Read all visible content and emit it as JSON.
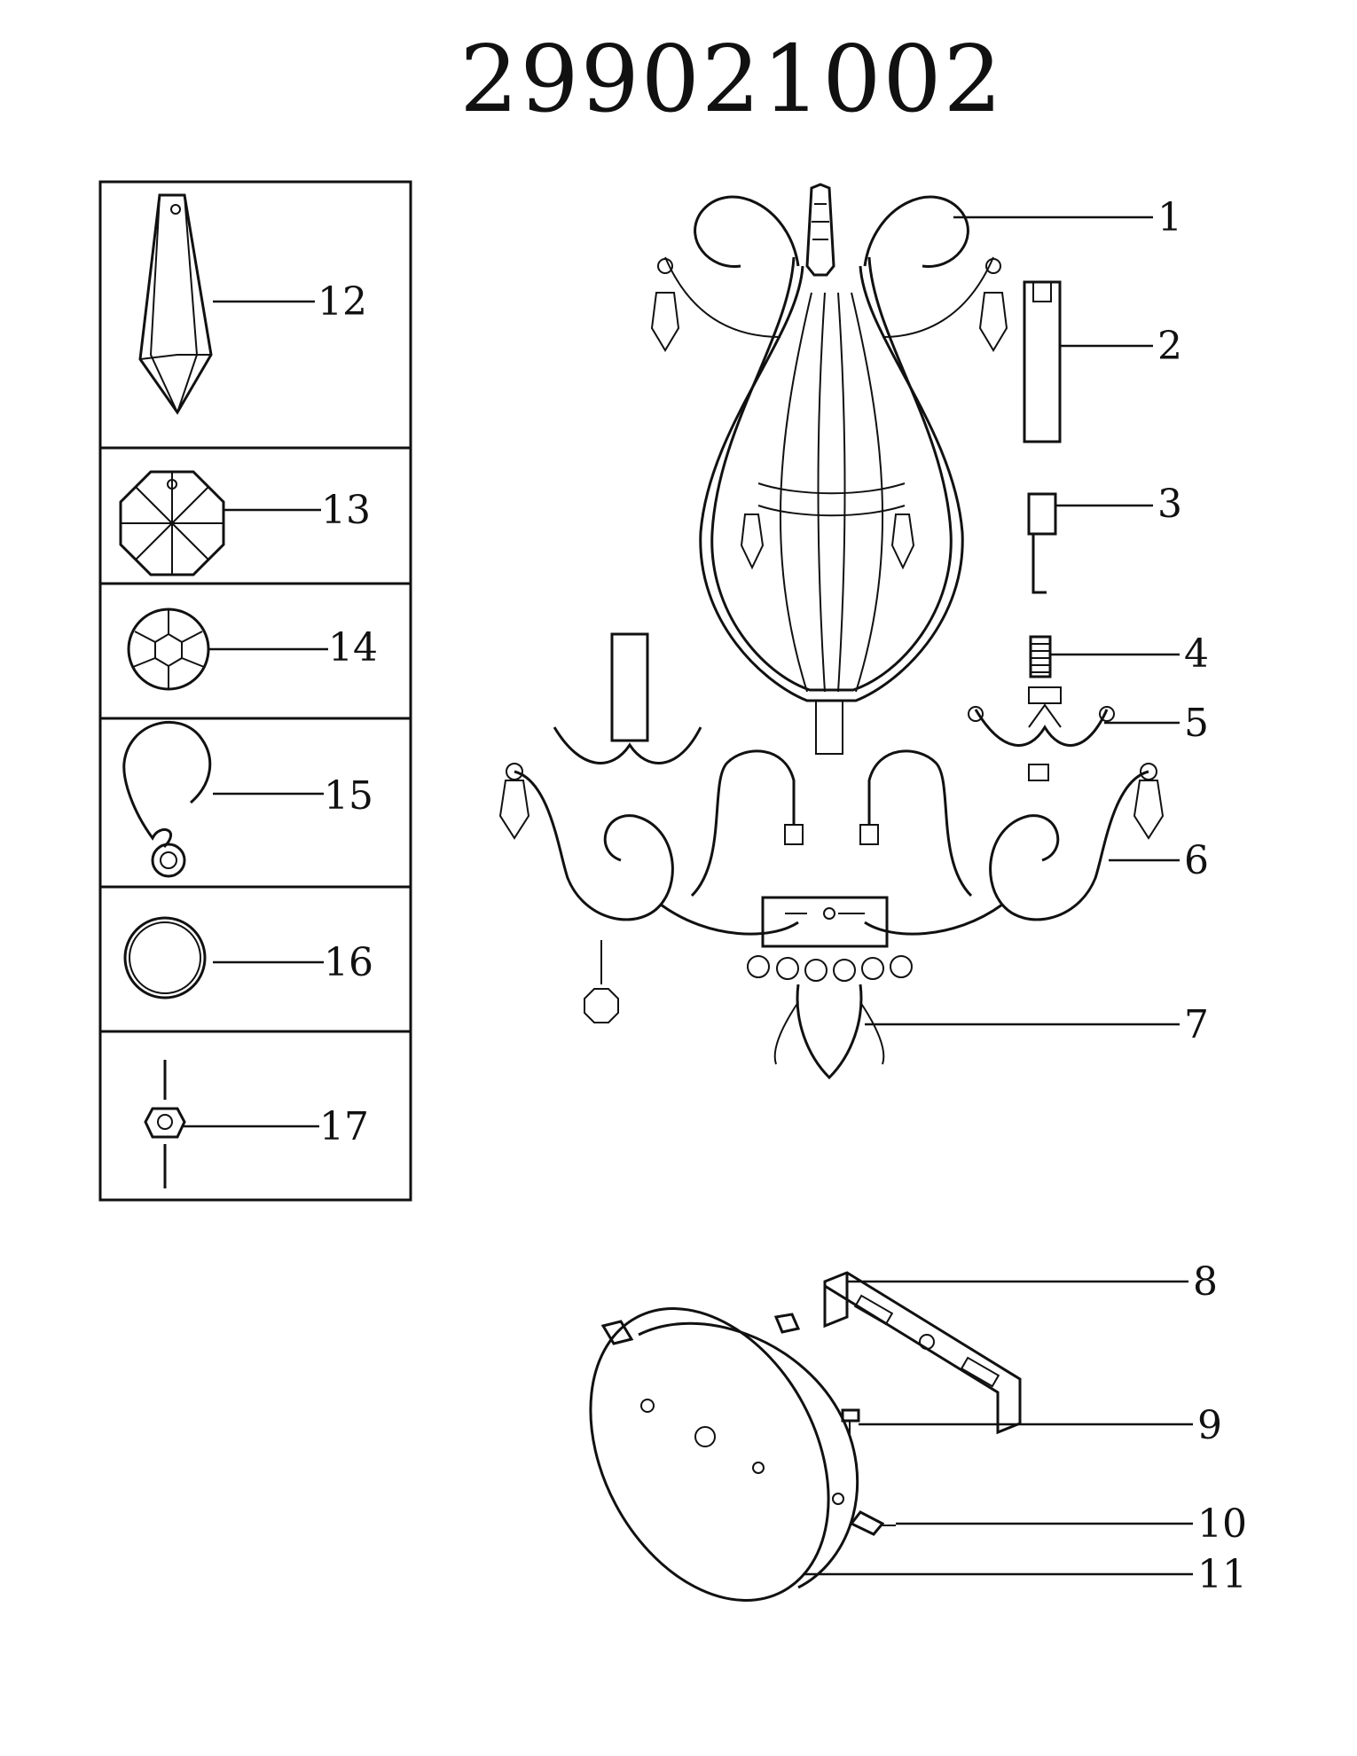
{
  "title": "299021002",
  "parts": [
    {
      "id": "p1",
      "label": "1"
    },
    {
      "id": "p2",
      "label": "2"
    },
    {
      "id": "p3",
      "label": "3"
    },
    {
      "id": "p4",
      "label": "4"
    },
    {
      "id": "p5",
      "label": "5"
    },
    {
      "id": "p6",
      "label": "6"
    },
    {
      "id": "p7",
      "label": "7"
    },
    {
      "id": "p8",
      "label": "8"
    },
    {
      "id": "p9",
      "label": "9"
    },
    {
      "id": "p10",
      "label": "10"
    },
    {
      "id": "p11",
      "label": "11"
    },
    {
      "id": "p12",
      "label": "12"
    },
    {
      "id": "p13",
      "label": "13"
    },
    {
      "id": "p14",
      "label": "14"
    },
    {
      "id": "p15",
      "label": "15"
    },
    {
      "id": "p16",
      "label": "16"
    },
    {
      "id": "p17",
      "label": "17"
    }
  ]
}
